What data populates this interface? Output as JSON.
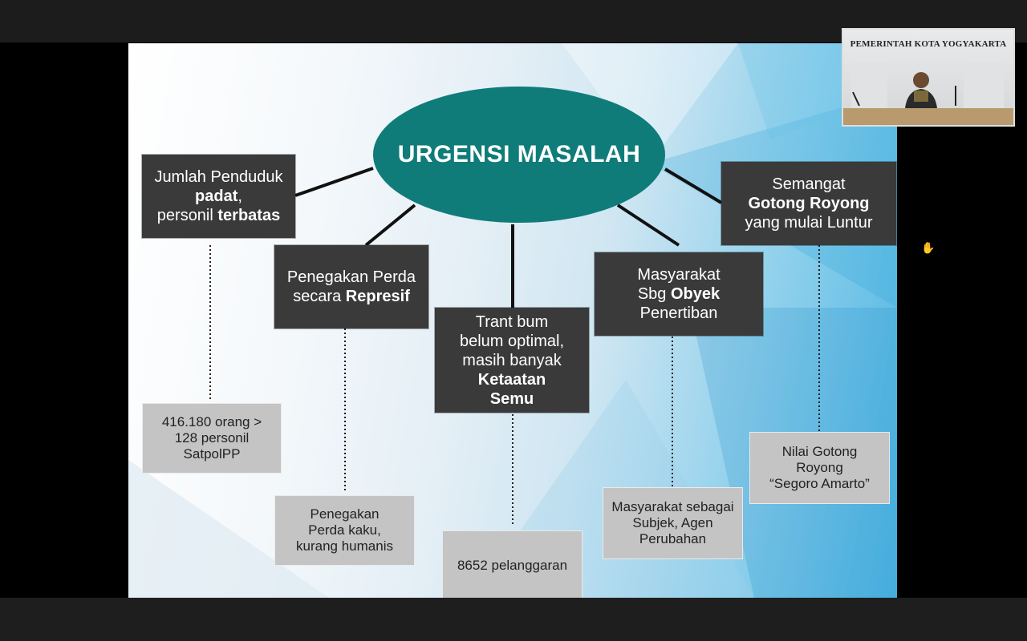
{
  "diagram": {
    "center_title": "URGENSI MASALAH",
    "problems": [
      {
        "id": "p1",
        "lines": [
          [
            {
              "t": "Jumlah Penduduk",
              "b": false
            }
          ],
          [
            {
              "t": "padat",
              "b": true
            },
            {
              "t": ",",
              "b": false
            }
          ],
          [
            {
              "t": "personil ",
              "b": false
            },
            {
              "t": "terbatas",
              "b": true
            }
          ]
        ]
      },
      {
        "id": "p2",
        "lines": [
          [
            {
              "t": "Penegakan Perda",
              "b": false
            }
          ],
          [
            {
              "t": "secara ",
              "b": false
            },
            {
              "t": "Represif",
              "b": true
            }
          ]
        ]
      },
      {
        "id": "p3",
        "lines": [
          [
            {
              "t": "Trant bum",
              "b": false
            }
          ],
          [
            {
              "t": "belum optimal,",
              "b": false
            }
          ],
          [
            {
              "t": "masih banyak",
              "b": false
            }
          ],
          [
            {
              "t": "Ketaatan",
              "b": true
            }
          ],
          [
            {
              "t": "Semu",
              "b": true
            }
          ]
        ]
      },
      {
        "id": "p4",
        "lines": [
          [
            {
              "t": "Masyarakat",
              "b": false
            }
          ],
          [
            {
              "t": "Sbg ",
              "b": false
            },
            {
              "t": "Obyek",
              "b": true
            }
          ],
          [
            {
              "t": "Penertiban",
              "b": false
            }
          ]
        ]
      },
      {
        "id": "p5",
        "lines": [
          [
            {
              "t": "Semangat",
              "b": false
            }
          ],
          [
            {
              "t": "Gotong Royong",
              "b": true
            }
          ],
          [
            {
              "t": "yang mulai Luntur",
              "b": false
            }
          ]
        ]
      }
    ],
    "details": [
      {
        "id": "d1",
        "lines": [
          "416.180 orang >",
          "128 personil",
          "SatpolPP"
        ]
      },
      {
        "id": "d2",
        "lines": [
          "Penegakan",
          "Perda kaku,",
          "kurang humanis"
        ]
      },
      {
        "id": "d3",
        "lines": [
          "8652 pelanggaran"
        ]
      },
      {
        "id": "d4",
        "lines": [
          "Masyarakat sebagai",
          "Subjek, Agen",
          "Perubahan"
        ]
      },
      {
        "id": "d5",
        "lines": [
          "Nilai Gotong",
          "Royong",
          "“Segoro Amarto”"
        ]
      }
    ]
  },
  "video": {
    "banner": "PEMERINTAH KOTA YOGYAKARTA"
  },
  "colors": {
    "ellipse": "#0f7c7a",
    "dark_box": "#3a3a3a",
    "grey_box": "#c4c4c4"
  }
}
